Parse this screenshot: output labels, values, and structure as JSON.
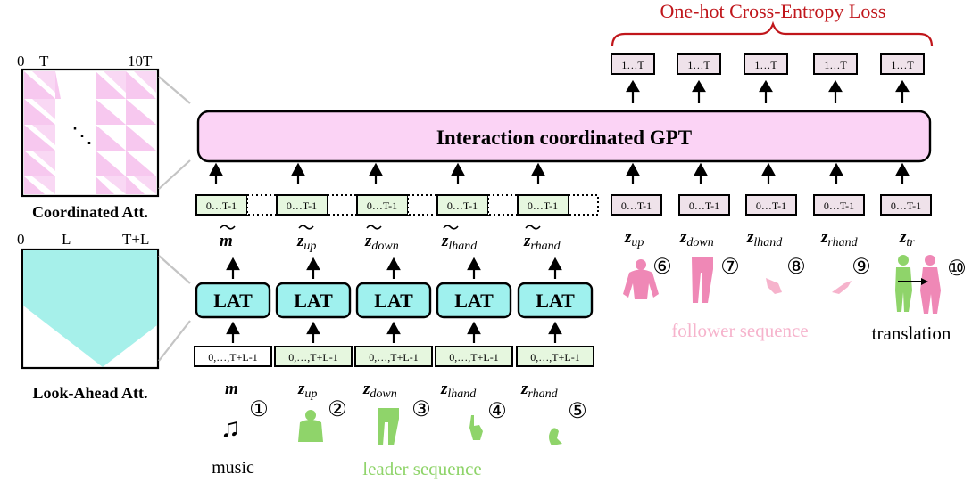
{
  "loss_label": "One-hot Cross-Entropy Loss",
  "gpt_label": "Interaction coordinated GPT",
  "output_tokens": [
    "1…T",
    "1…T",
    "1…T",
    "1…T",
    "1…T"
  ],
  "coord_attention": {
    "title": "Coordinated Att.",
    "tick_start": "0",
    "tick_mid": "T",
    "tick_end": "10T",
    "ellipsis": "⋱",
    "fill_color": "#f7c8ef"
  },
  "lookahead_attention": {
    "title": "Look-Ahead Att.",
    "tick_start": "0",
    "tick_mid": "L",
    "tick_end": "T+L",
    "fill_color": "#a6f0ea"
  },
  "leader_input_tokens": [
    "0…T-1",
    "0…T-1",
    "0…T-1",
    "0…T-1",
    "0…T-1"
  ],
  "leader_latent_labels": [
    {
      "base": "m",
      "sub": ""
    },
    {
      "base": "z",
      "sub": "up"
    },
    {
      "base": "z",
      "sub": "down"
    },
    {
      "base": "z",
      "sub": "lhand"
    },
    {
      "base": "z",
      "sub": "rhand"
    }
  ],
  "lat_label": "LAT",
  "lat_input_tokens": [
    "0,…,T+L-1",
    "0,…,T+L-1",
    "0,…,T+L-1",
    "0,…,T+L-1",
    "0,…,T+L-1"
  ],
  "leader_labels": [
    {
      "base": "m",
      "sub": ""
    },
    {
      "base": "z",
      "sub": "up"
    },
    {
      "base": "z",
      "sub": "down"
    },
    {
      "base": "z",
      "sub": "lhand"
    },
    {
      "base": "z",
      "sub": "rhand"
    }
  ],
  "leader_numbers": [
    "①",
    "②",
    "③",
    "④",
    "⑤"
  ],
  "music_icon": "♫",
  "music_label": "music",
  "leader_sequence_label": "leader sequence",
  "follower_tokens": [
    "0…T-1",
    "0…T-1",
    "0…T-1",
    "0…T-1",
    "0…T-1"
  ],
  "follower_labels": [
    {
      "base": "z",
      "sub": "up"
    },
    {
      "base": "z",
      "sub": "down"
    },
    {
      "base": "z",
      "sub": "lhand"
    },
    {
      "base": "z",
      "sub": "rhand"
    },
    {
      "base": "z",
      "sub": "tr"
    }
  ],
  "follower_numbers": [
    "⑥",
    "⑦",
    "⑧",
    "⑨",
    "⑩"
  ],
  "follower_sequence_label": "follower sequence",
  "translation_label": "translation",
  "colors": {
    "loss_red": "#c0161b",
    "gpt_fill": "#fbd3f5",
    "lat_fill": "#9ff1ee",
    "leader_token_fill": "#e6f7df",
    "follower_token_fill": "#efe2ea",
    "leader_green": "#8fd46a",
    "follower_pink": "#ef88b6",
    "hand_pink": "#f6b3cc"
  }
}
